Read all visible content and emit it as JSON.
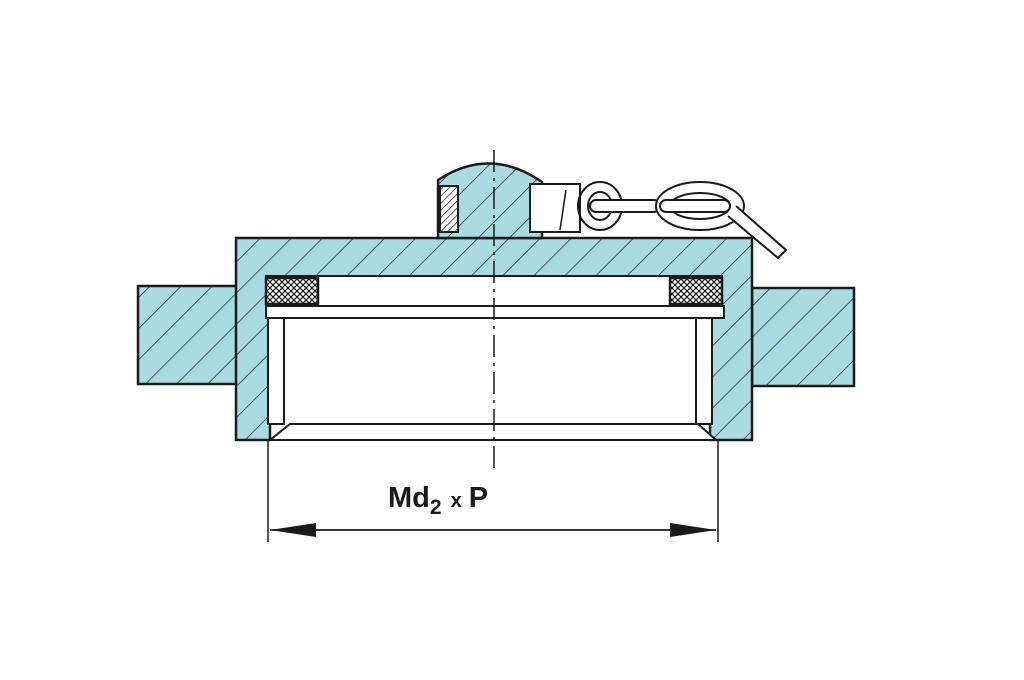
{
  "diagram": {
    "dimension_label": {
      "main": "Md",
      "subscript": "2",
      "operator": "x",
      "variable": "P"
    }
  },
  "colors": {
    "fill": "#a9dbe2",
    "outline": "#1a1a1a",
    "hatch": "#2b2b2b",
    "background": "#ffffff"
  },
  "icons": {
    "dimension_arrows": "double-headed-arrow",
    "chain": "chain-links",
    "seal": "cross-hatched-gasket"
  }
}
